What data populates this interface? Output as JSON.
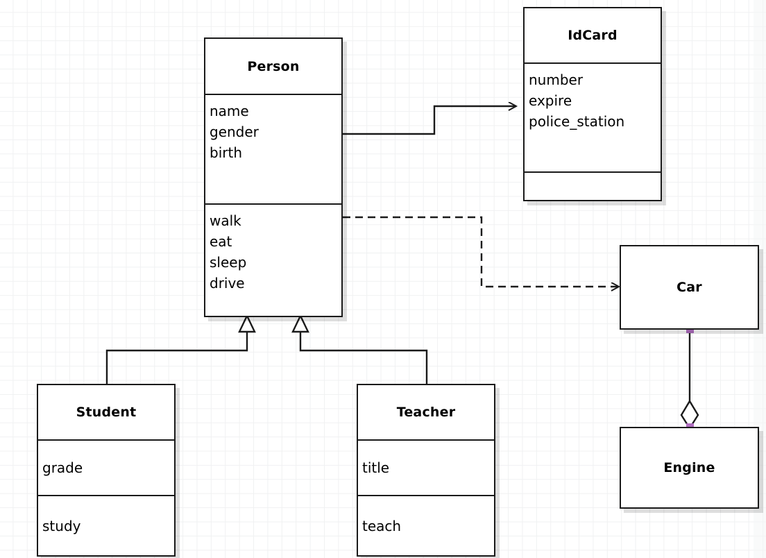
{
  "diagram": {
    "type": "uml-class-diagram",
    "background": "#ffffff",
    "grid_color": "#f0f1f2",
    "line_color": "#1a1a1a",
    "handle_color": "#b06ec0",
    "classes": [
      {
        "id": "person",
        "name": "Person",
        "attributes": [
          "name",
          "gender",
          "birth"
        ],
        "operations": [
          "walk",
          "eat",
          "sleep",
          "drive"
        ]
      },
      {
        "id": "idcard",
        "name": "IdCard",
        "attributes": [
          "number",
          "expire",
          "police_station"
        ],
        "operations": []
      },
      {
        "id": "student",
        "name": "Student",
        "attributes": [
          "grade"
        ],
        "operations": [
          "study"
        ]
      },
      {
        "id": "teacher",
        "name": "Teacher",
        "attributes": [
          "title"
        ],
        "operations": [
          "teach"
        ]
      },
      {
        "id": "car",
        "name": "Car",
        "attributes": [],
        "operations": []
      },
      {
        "id": "engine",
        "name": "Engine",
        "attributes": [],
        "operations": []
      }
    ],
    "relations": [
      {
        "id": "person-idcard",
        "kind": "association",
        "from": "person",
        "to": "idcard",
        "style": "solid",
        "arrow": "open"
      },
      {
        "id": "person-car",
        "kind": "dependency",
        "from": "person",
        "to": "car",
        "style": "dashed",
        "arrow": "open"
      },
      {
        "id": "student-person",
        "kind": "generalization",
        "from": "student",
        "to": "person",
        "style": "solid",
        "arrow": "hollow-triangle"
      },
      {
        "id": "teacher-person",
        "kind": "generalization",
        "from": "teacher",
        "to": "person",
        "style": "solid",
        "arrow": "hollow-triangle"
      },
      {
        "id": "car-engine",
        "kind": "aggregation",
        "from": "car",
        "to": "engine",
        "style": "solid",
        "arrow": "hollow-diamond"
      }
    ]
  }
}
